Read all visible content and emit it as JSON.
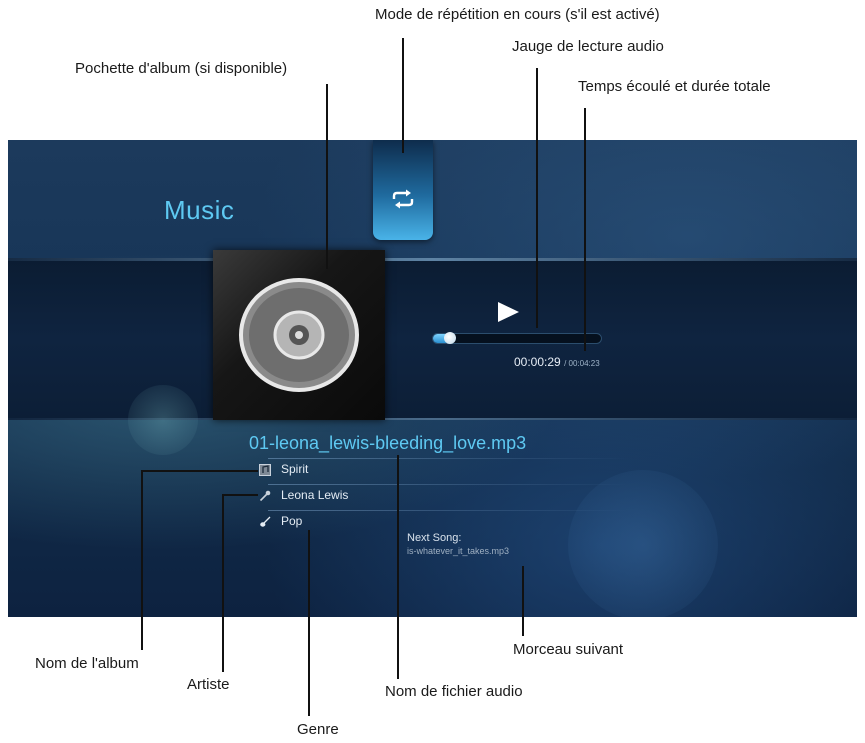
{
  "callouts": {
    "repeat_mode": "Mode de répétition en cours (s'il est activé)",
    "progress_gauge": "Jauge de lecture audio",
    "album_art": "Pochette d'album (si disponible)",
    "time": "Temps écoulé et durée totale",
    "album_name": "Nom de l'album",
    "next_song": "Morceau suivant",
    "artist": "Artiste",
    "filename": "Nom de fichier audio",
    "genre": "Genre"
  },
  "screen": {
    "section_title": "Music",
    "repeat_icon": "repeat-icon",
    "play_icon": "play-icon",
    "elapsed": "00:00:29",
    "total": "/ 00:04:23",
    "progress_fraction": 0.1,
    "filename": "01-leona_lewis-bleeding_love.mp3",
    "album": "Spirit",
    "artist": "Leona Lewis",
    "genre": "Pop",
    "next_song_label": "Next Song:",
    "next_song_file": "is-whatever_it_takes.mp3",
    "accent_color": "#5ec9f2"
  }
}
